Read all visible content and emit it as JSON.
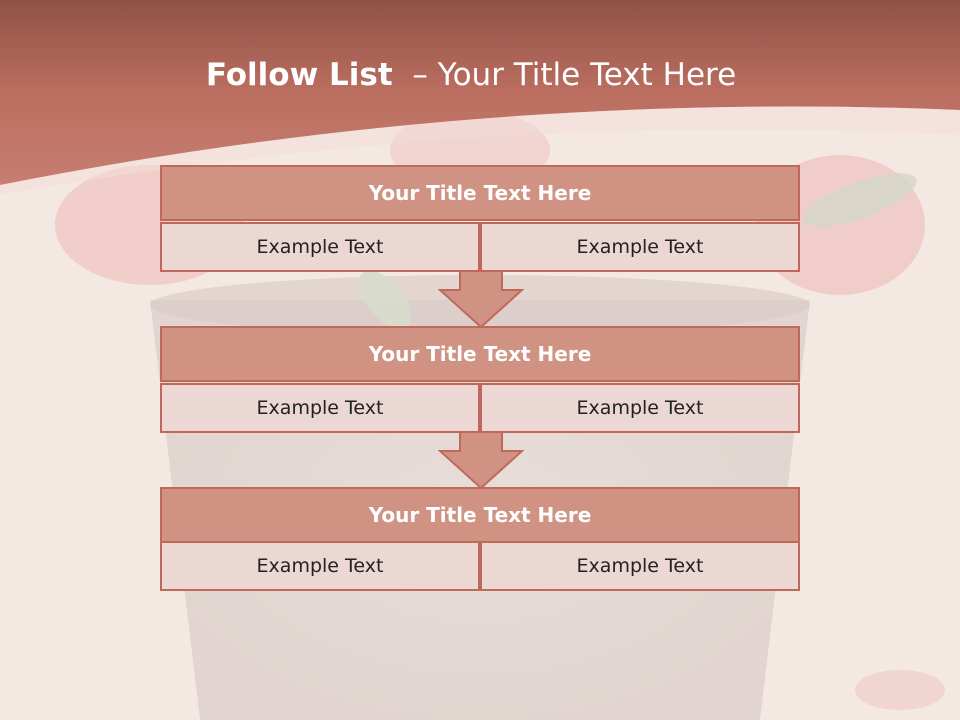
{
  "slide_title": {
    "bold": "Follow List",
    "rest": "– Your Title Text Here"
  },
  "steps": [
    {
      "title": "Your Title Text Here",
      "left": "Example Text",
      "right": "Example Text"
    },
    {
      "title": "Your Title Text Here",
      "left": "Example Text",
      "right": "Example Text"
    },
    {
      "title": "Your Title Text Here",
      "left": "Example Text",
      "right": "Example Text"
    }
  ],
  "colors": {
    "header_band": "#bb6e60",
    "title_box_fill": "#d09383",
    "cell_fill": "#ebd7d4",
    "border": "#c0695a",
    "background": "#f3e8e2"
  }
}
